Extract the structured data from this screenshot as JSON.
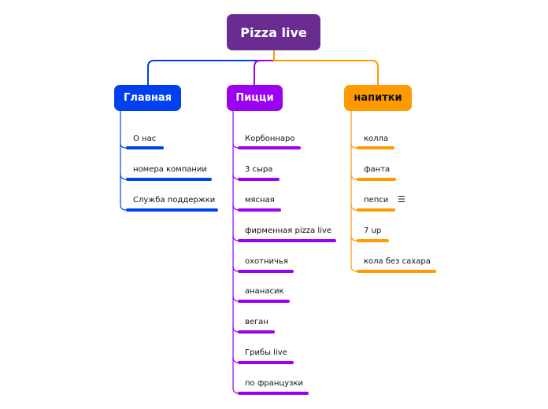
{
  "root": {
    "label": "Pizza live",
    "color": "#6a2c91"
  },
  "branches": [
    {
      "id": "main",
      "label": "Главная",
      "color": "#0040f0",
      "items": [
        "О нас",
        "номера компании",
        "Служба поддержки"
      ]
    },
    {
      "id": "pizza",
      "label": "Пицци",
      "color": "#9c00f0",
      "items": [
        "Корбоннаро",
        "3 сыра",
        "мясная",
        "фирменная pizza live",
        "охотничья",
        "ананасик",
        "веган",
        "Грибы live",
        "по французки"
      ]
    },
    {
      "id": "drinks",
      "label": "напитки",
      "color": "#ff9a00",
      "items": [
        "колла",
        "фанта",
        "пепси",
        "7 up",
        "кола без сахара"
      ]
    }
  ],
  "icons": {
    "notes": "menu-icon"
  }
}
